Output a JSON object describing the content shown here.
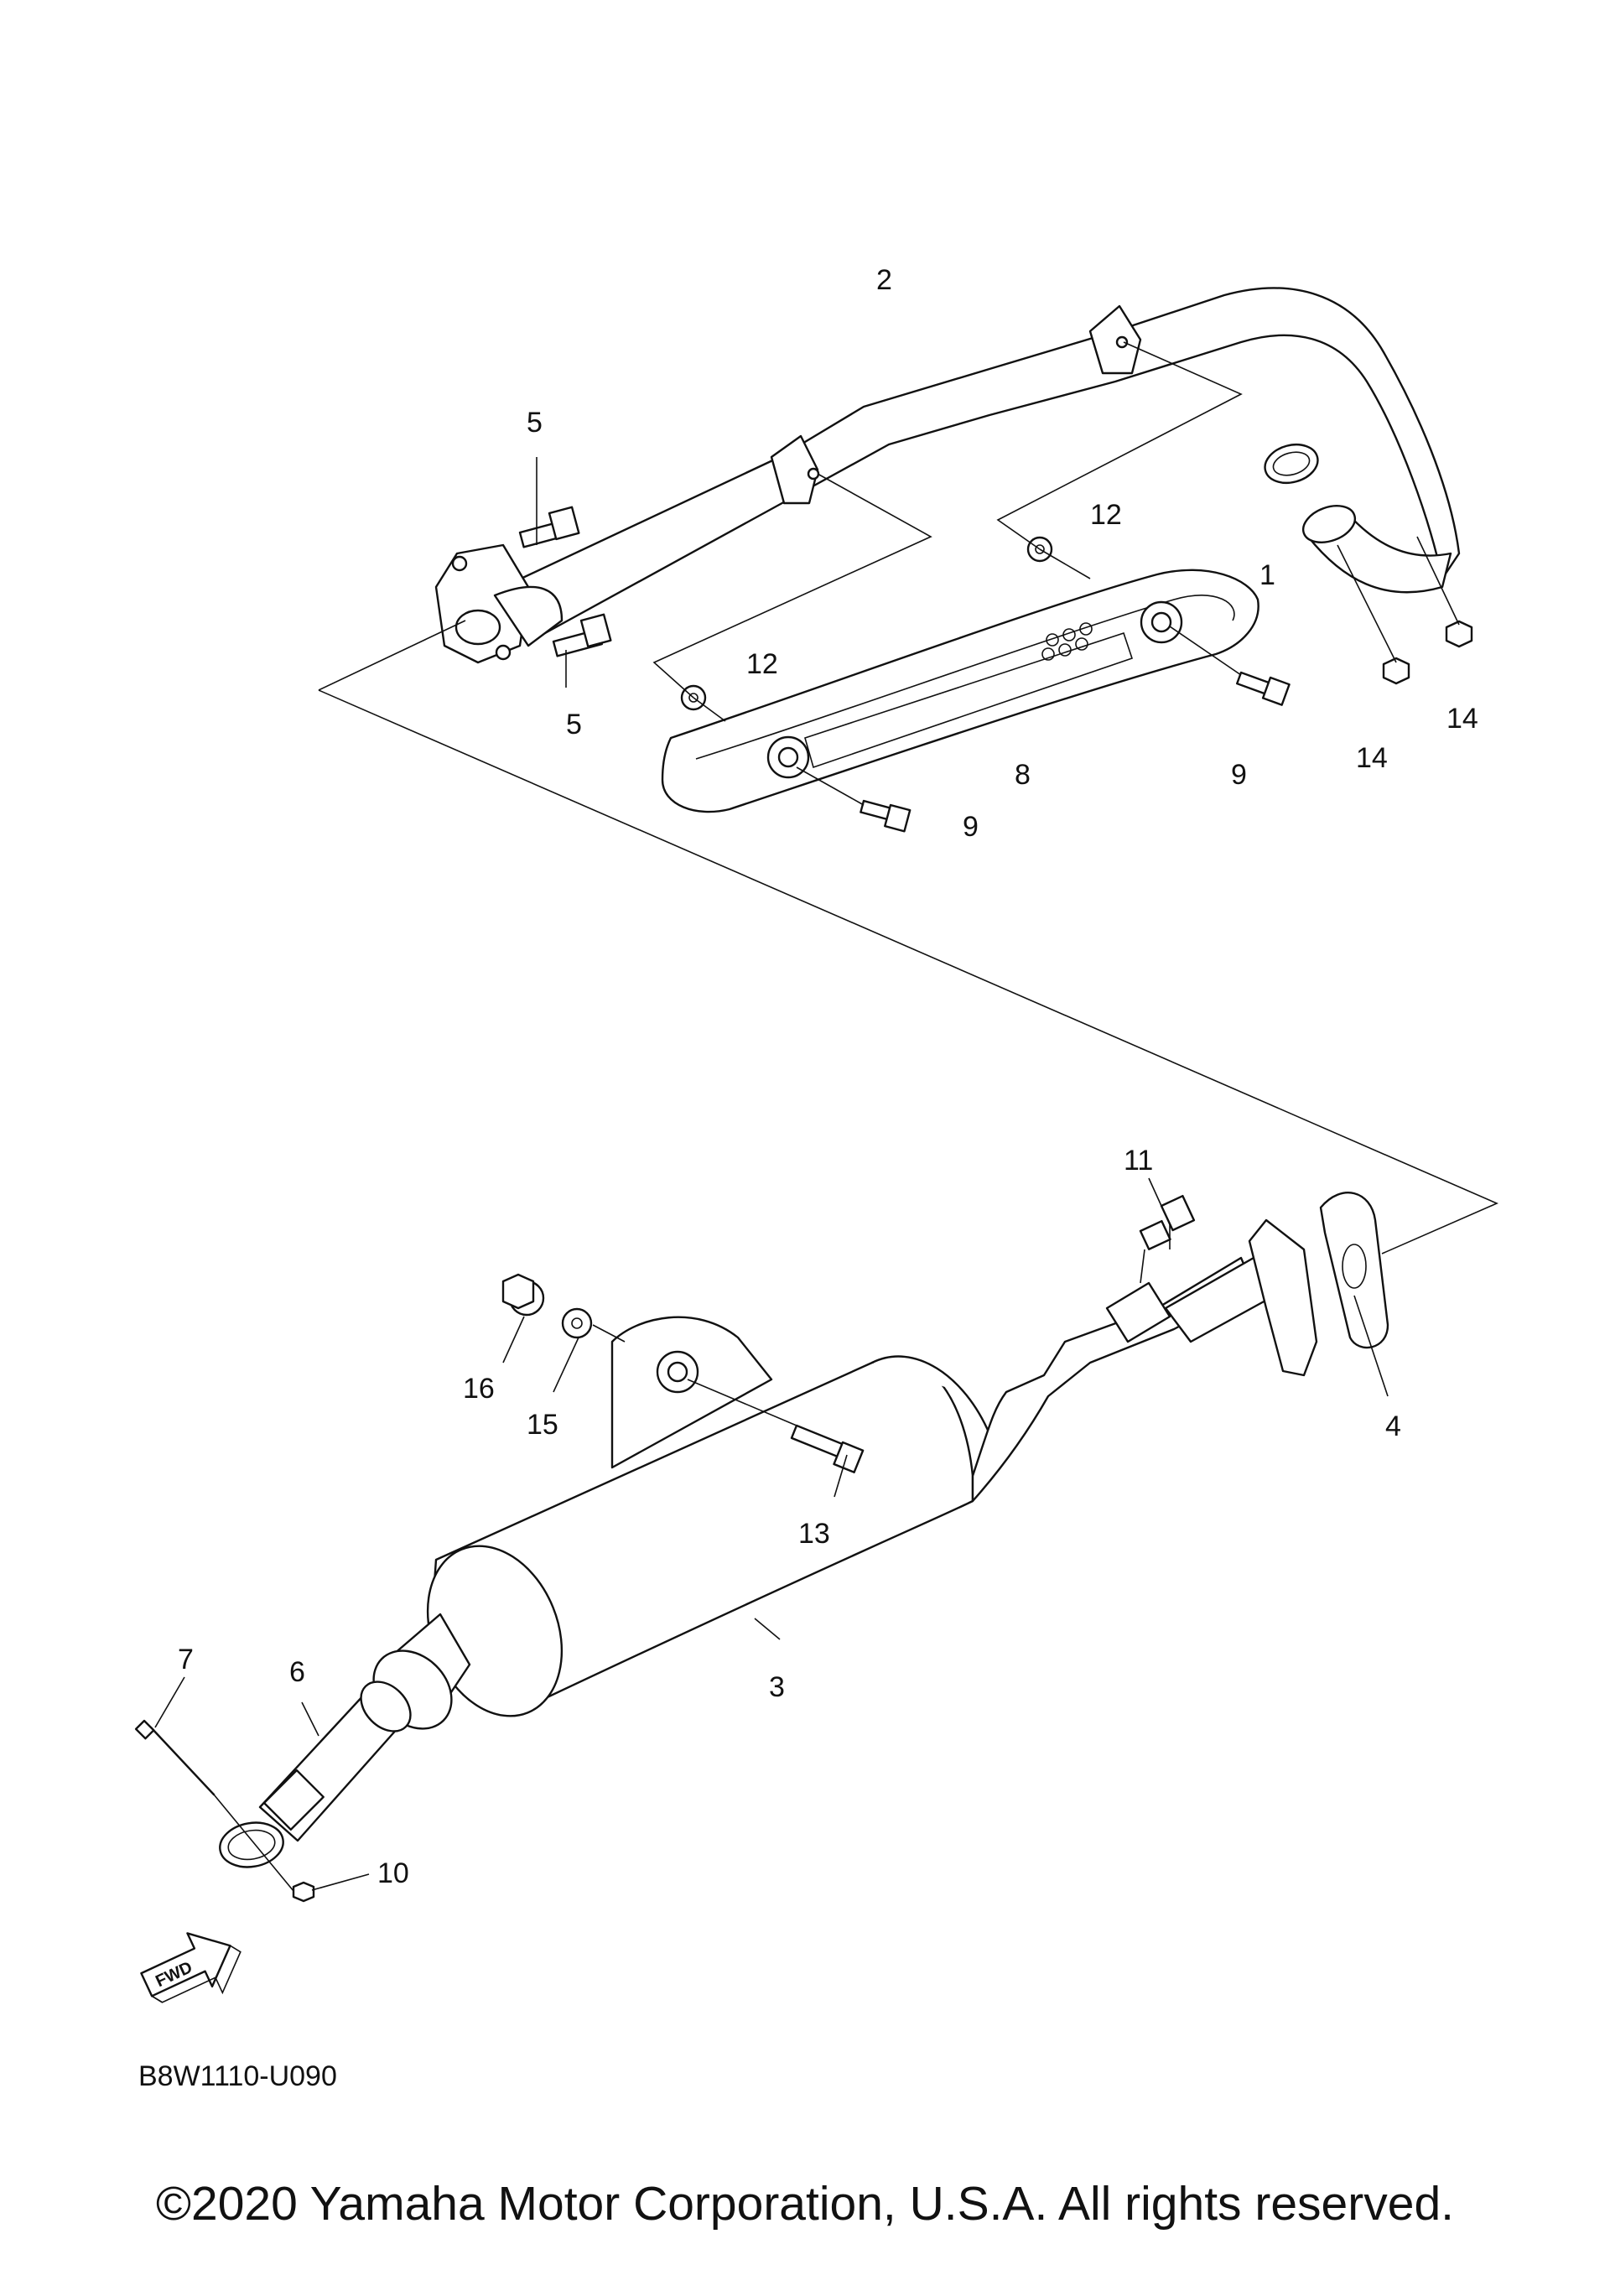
{
  "diagram": {
    "callouts": [
      {
        "id": "c1",
        "label": "1"
      },
      {
        "id": "c2",
        "label": "2"
      },
      {
        "id": "c3",
        "label": "3"
      },
      {
        "id": "c4",
        "label": "4"
      },
      {
        "id": "c5a",
        "label": "5"
      },
      {
        "id": "c5b",
        "label": "5"
      },
      {
        "id": "c6",
        "label": "6"
      },
      {
        "id": "c7",
        "label": "7"
      },
      {
        "id": "c8",
        "label": "8"
      },
      {
        "id": "c9a",
        "label": "9"
      },
      {
        "id": "c9b",
        "label": "9"
      },
      {
        "id": "c10",
        "label": "10"
      },
      {
        "id": "c11",
        "label": "11"
      },
      {
        "id": "c12a",
        "label": "12"
      },
      {
        "id": "c12b",
        "label": "12"
      },
      {
        "id": "c13",
        "label": "13"
      },
      {
        "id": "c14a",
        "label": "14"
      },
      {
        "id": "c14b",
        "label": "14"
      },
      {
        "id": "c15",
        "label": "15"
      },
      {
        "id": "c16",
        "label": "16"
      }
    ],
    "fwd_label": "FWD",
    "diagram_code": "B8W1110-U090"
  },
  "footer": {
    "copyright": "©2020 Yamaha Motor Corporation, U.S.A. All rights reserved."
  }
}
